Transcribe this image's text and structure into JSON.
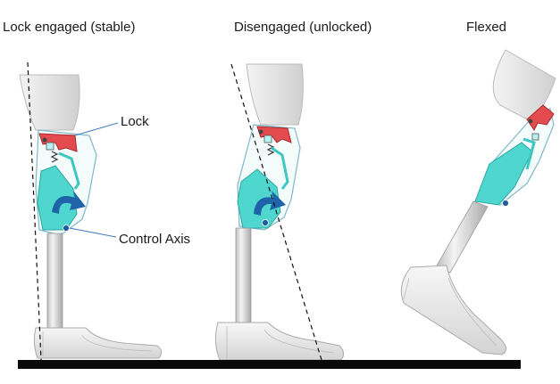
{
  "panels": [
    {
      "title": "Lock engaged (stable)"
    },
    {
      "title": "Disengaged (unlocked)"
    },
    {
      "title": "Flexed"
    }
  ],
  "callouts": {
    "lock": "Lock",
    "control_axis": "Control Axis"
  },
  "colors": {
    "socket": "#e6e6e6",
    "knee_body": "#4fd6cf",
    "lock": "#e44b4f",
    "pylon": "#dcdcdc",
    "foot": "#e9e9e9",
    "ground": "#0a0a0a",
    "arrow": "#1f64a8"
  },
  "icons": {
    "rotation": "curved-arrow-icon"
  }
}
